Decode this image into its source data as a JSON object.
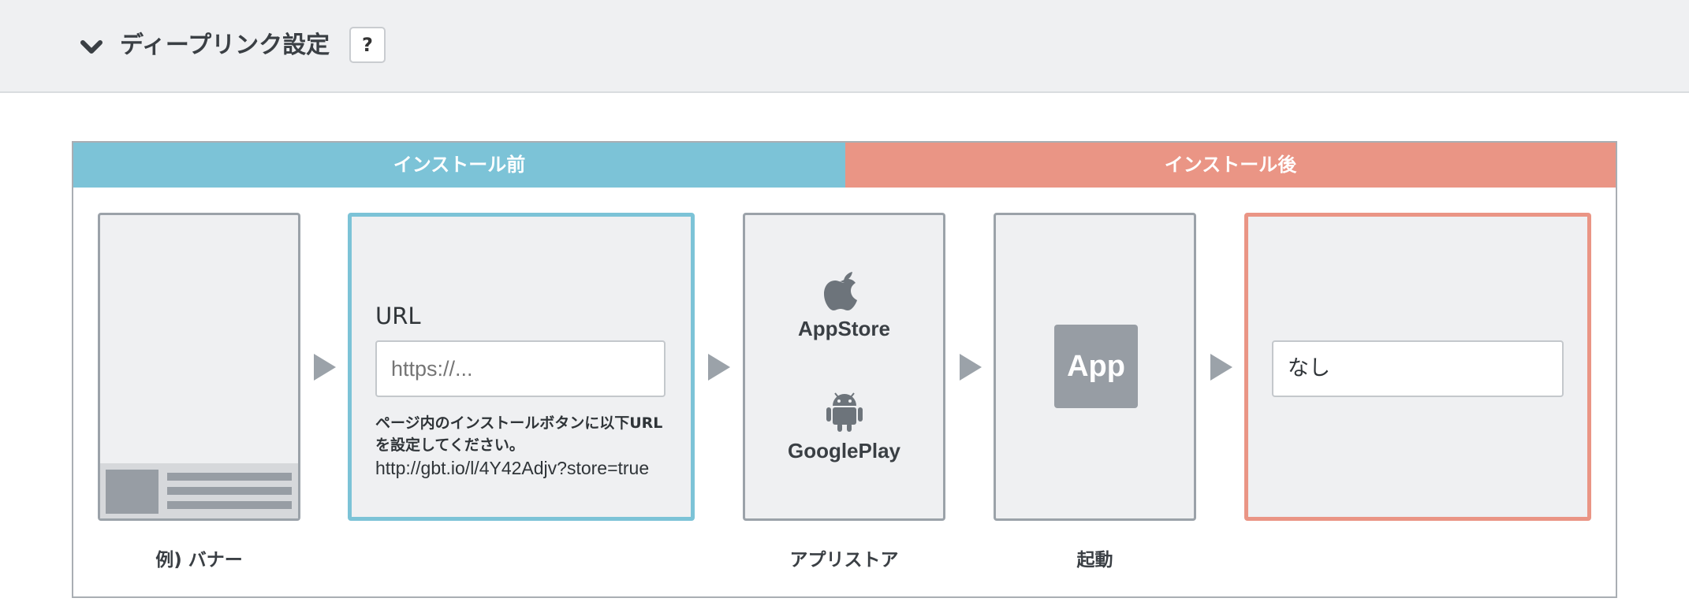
{
  "section": {
    "title": "ディープリンク設定",
    "help_label": "?"
  },
  "flow": {
    "before_label": "インストール前",
    "after_label": "インストール後",
    "colors": {
      "before": "#7cc3d7",
      "after": "#ea9585",
      "neutral": "#9ba2a9"
    },
    "banner_caption": "例) バナー",
    "url": {
      "label": "URL",
      "placeholder": "https://...",
      "help_text": "ページ内のインストールボタンに以下URLを設定してください。",
      "example": "http://gbt.io/l/4Y42Adjv?store=true"
    },
    "store": {
      "appstore_label": "AppStore",
      "googleplay_label": "GooglePlay",
      "caption": "アプリストア"
    },
    "launch": {
      "tile_label": "App",
      "caption": "起動"
    },
    "after_value": "なし"
  }
}
